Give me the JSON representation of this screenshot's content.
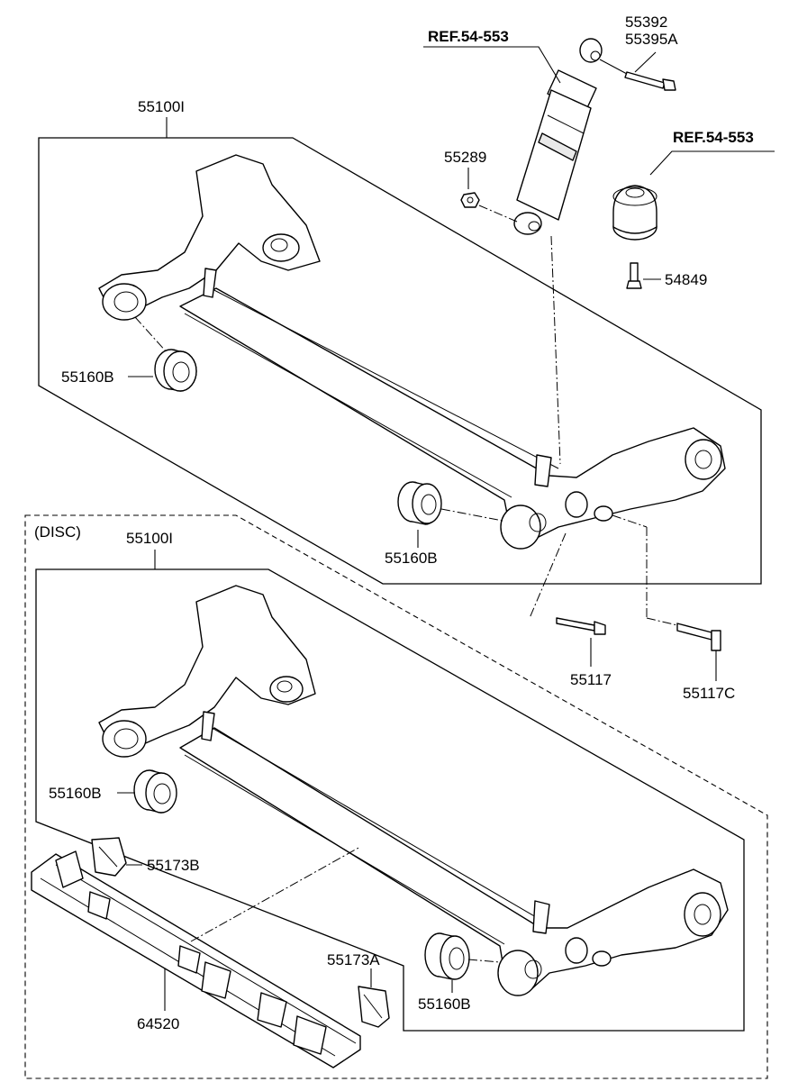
{
  "labels": {
    "ref_shock": "REF.54-553",
    "ref_mount": "REF.54-553",
    "p55392": "55392",
    "p55395a": "55395A",
    "p55289": "55289",
    "p54849": "54849",
    "p55100i_top": "55100I",
    "p55160b_top_left": "55160B",
    "p55160b_top_right": "55160B",
    "p55117": "55117",
    "p55117c": "55117C",
    "disc": "(DISC)",
    "p55100i_bottom": "55100I",
    "p55160b_bottom_left": "55160B",
    "p55160b_bottom_right": "55160B",
    "p55173b": "55173B",
    "p55173a": "55173A",
    "p64520": "64520"
  }
}
